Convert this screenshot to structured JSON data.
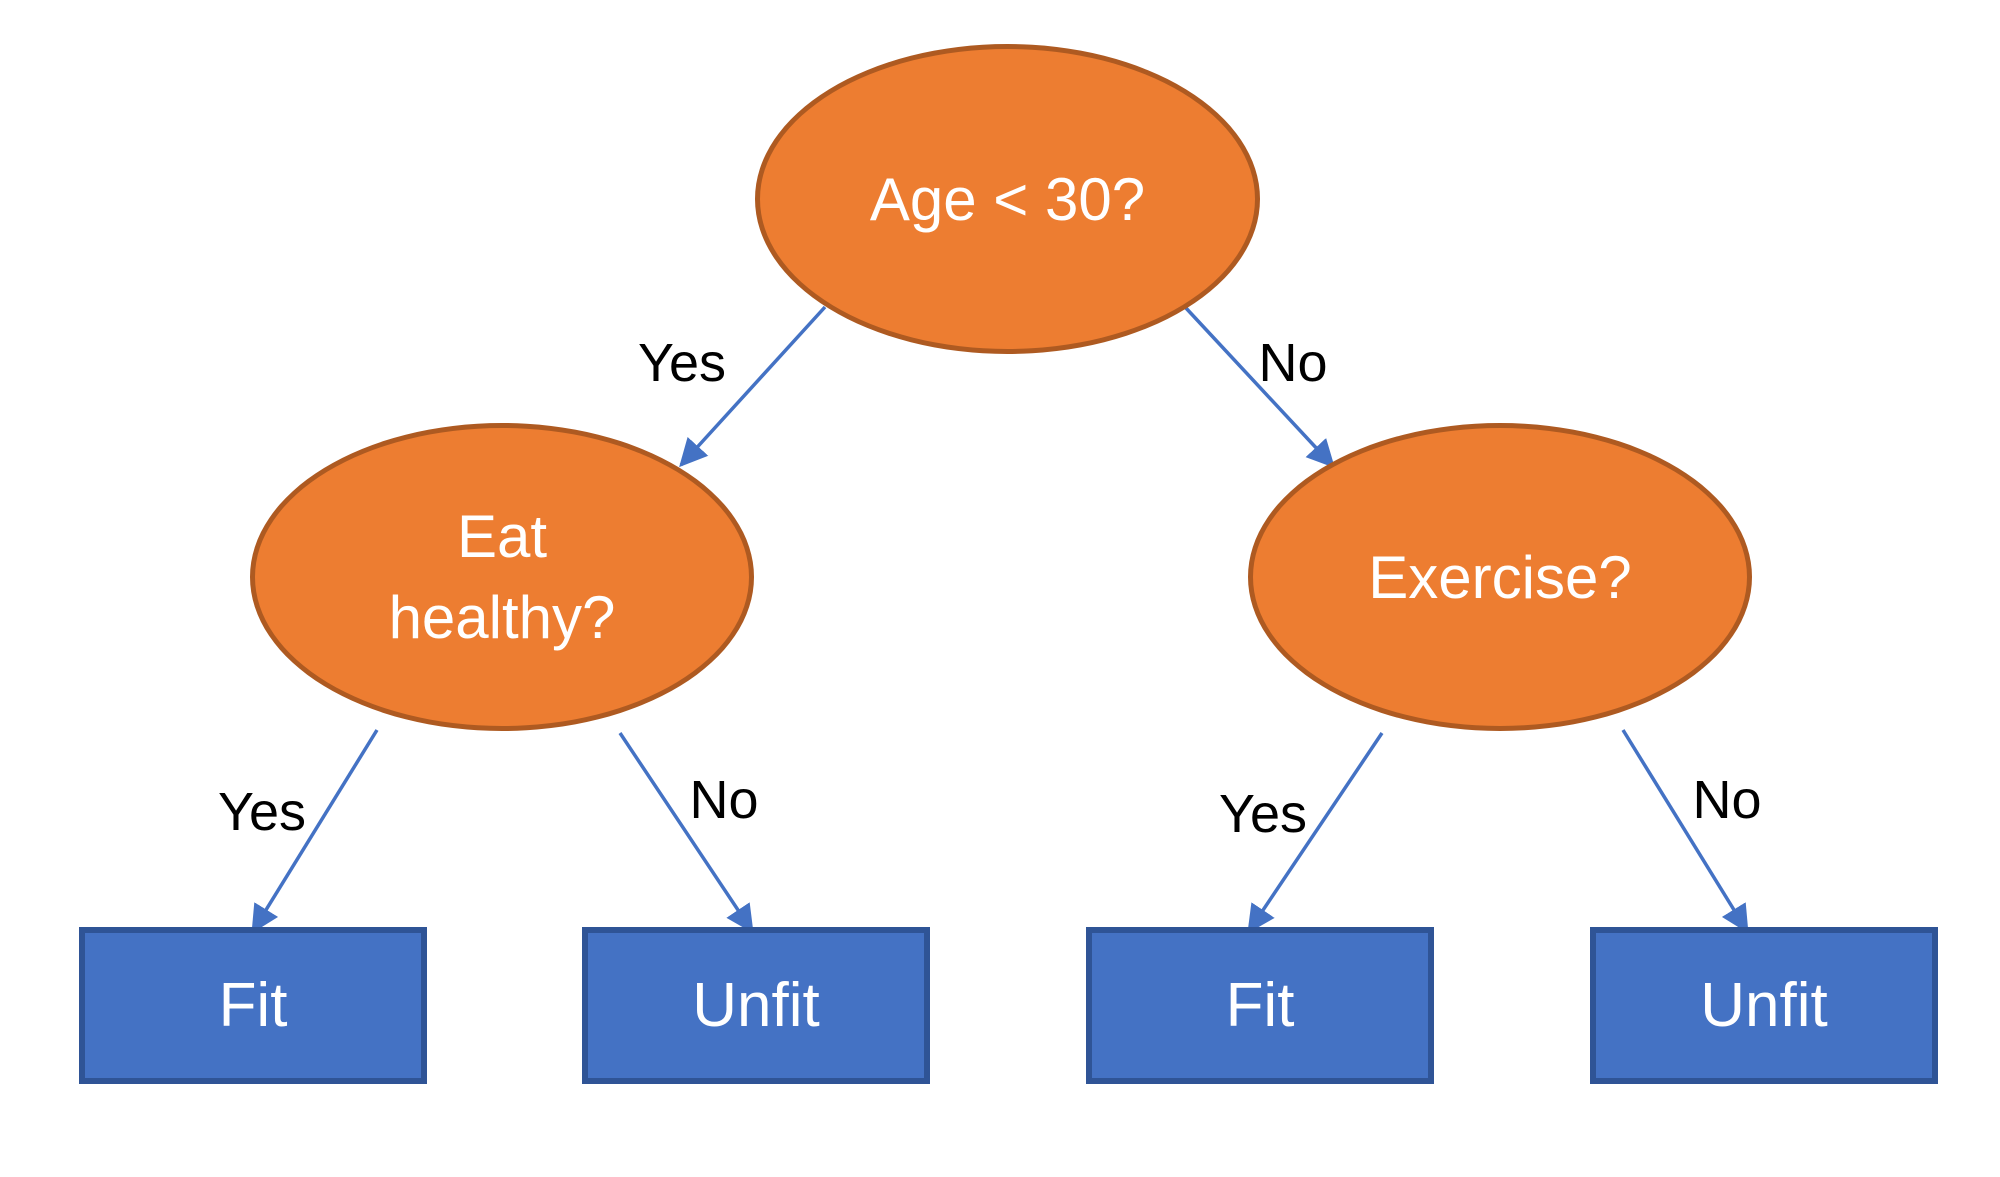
{
  "diagram_type": "decision-tree",
  "tree": {
    "nodes": {
      "age": {
        "label": "Age < 30?",
        "kind": "decision"
      },
      "eat": {
        "label": "Eat healthy?",
        "kind": "decision"
      },
      "exercise": {
        "label": "Exercise?",
        "kind": "decision"
      },
      "fit_left": {
        "label": "Fit",
        "kind": "outcome"
      },
      "unfit_left": {
        "label": "Unfit",
        "kind": "outcome"
      },
      "fit_right": {
        "label": "Fit",
        "kind": "outcome"
      },
      "unfit_right": {
        "label": "Unfit",
        "kind": "outcome"
      }
    },
    "edges": [
      {
        "from": "age",
        "to": "eat",
        "label": "Yes"
      },
      {
        "from": "age",
        "to": "exercise",
        "label": "No"
      },
      {
        "from": "eat",
        "to": "fit_left",
        "label": "Yes"
      },
      {
        "from": "eat",
        "to": "unfit_left",
        "label": "No"
      },
      {
        "from": "exercise",
        "to": "fit_right",
        "label": "Yes"
      },
      {
        "from": "exercise",
        "to": "unfit_right",
        "label": "No"
      }
    ],
    "colors": {
      "decision_fill": "#ED7D31",
      "decision_border": "#AE5A21",
      "outcome_fill": "#4472C4",
      "outcome_border": "#2F5496",
      "arrow": "#4472C4",
      "node_text": "#FFFFFF",
      "edge_label_text": "#000000",
      "background": "#FFFFFF"
    }
  }
}
